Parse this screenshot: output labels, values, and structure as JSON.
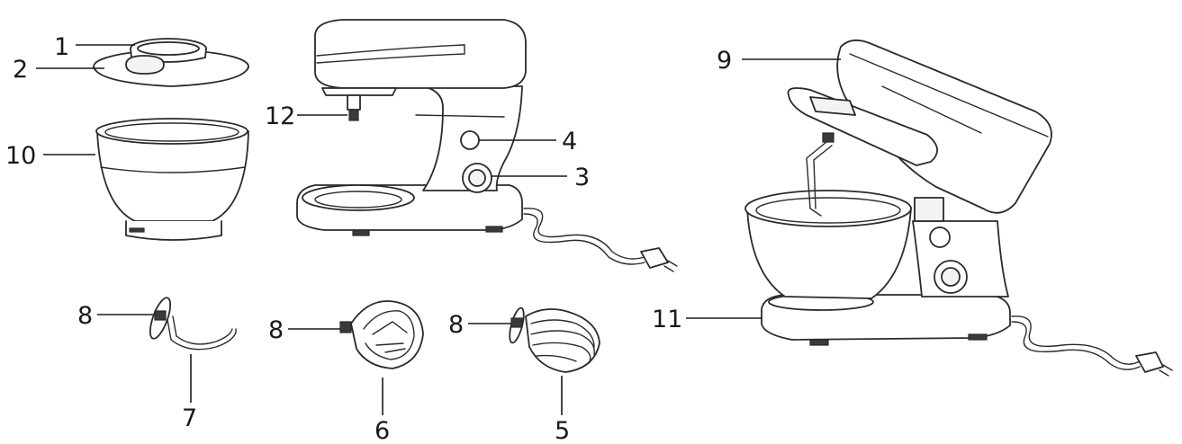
{
  "labels": {
    "lid_opening": "1",
    "splash_guard": "2",
    "speed_knob": "3",
    "tilt_button": "4",
    "balloon_whisk": "5",
    "flat_beater": "6",
    "dough_hook": "7",
    "connector_hook": "8",
    "connector_beater": "8",
    "connector_whisk": "8",
    "motor_head": "9",
    "mixing_bowl": "10",
    "base": "11",
    "drive_shaft": "12"
  }
}
